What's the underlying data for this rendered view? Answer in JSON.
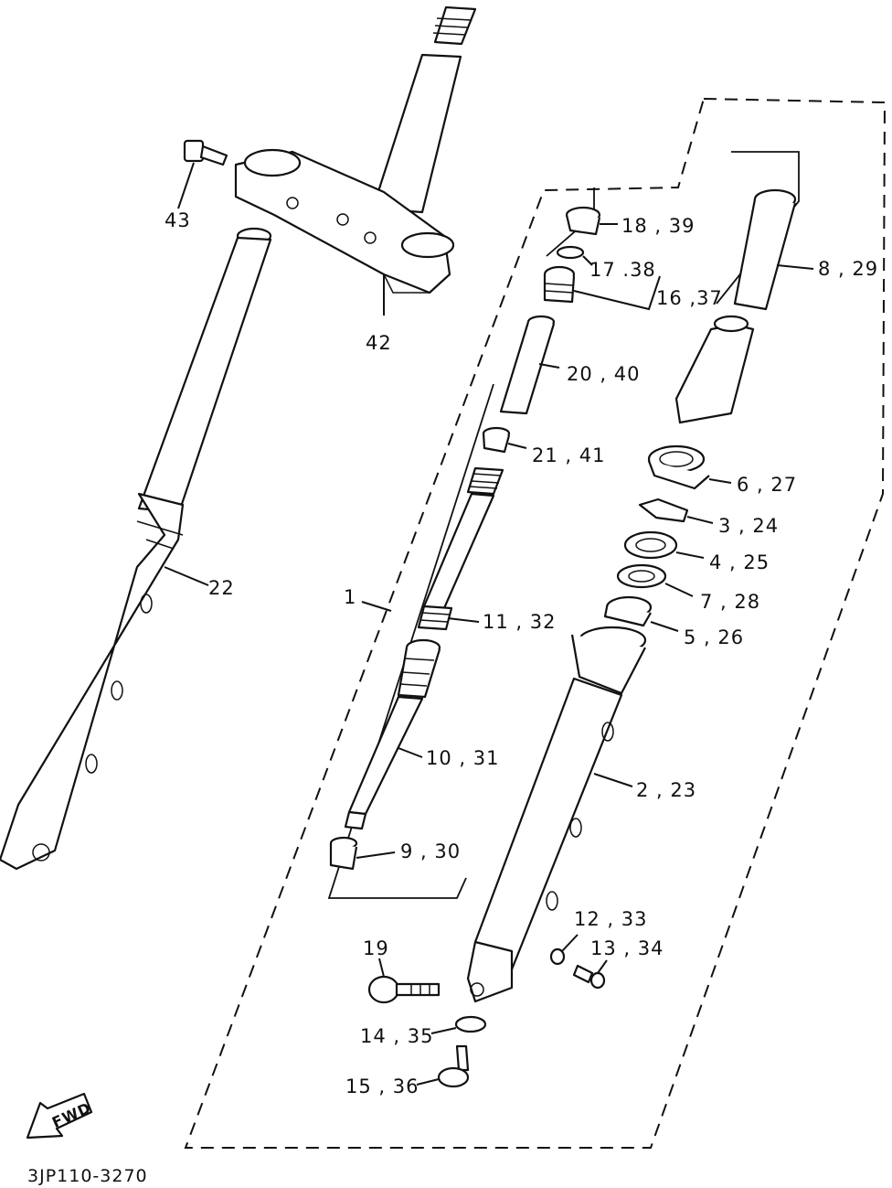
{
  "labels": {
    "l43": "43",
    "l42": "42",
    "l22": "22",
    "l1": "1",
    "l18_39": "18 , 39",
    "l17_38": "17 .38",
    "l16_37": "16 ,37",
    "l8_29": "8 , 29",
    "l20_40": "20 , 40",
    "l21_41": "21 , 41",
    "l6_27": "6 , 27",
    "l3_24": "3 , 24",
    "l4_25": "4 , 25",
    "l7_28": "7 , 28",
    "l5_26": "5 , 26",
    "l11_32": "11 , 32",
    "l10_31": "10 , 31",
    "l2_23": "2 , 23",
    "l9_30": "9 , 30",
    "l12_33": "12 , 33",
    "l13_34": "13 , 34",
    "l19": "19",
    "l14_35": "14 , 35",
    "l15_36": "15 , 36"
  },
  "fwd_badge": "FWD",
  "drawing_code": "3JP110-3270"
}
